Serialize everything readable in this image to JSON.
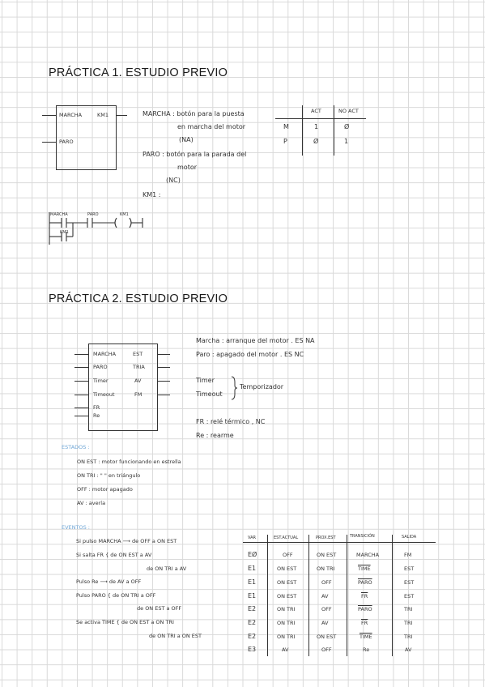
{
  "practice1": {
    "title": "PRÁCTICA 1. ESTUDIO PREVIO",
    "block": {
      "in_marcha": "MARCHA",
      "in_paro": "PARO",
      "out_km1": "KM1"
    },
    "desc": {
      "marcha_1": "MARCHA : botón para la puesta",
      "marcha_2": "en marcha del motor",
      "marcha_3": "(NA)",
      "paro_1": "PARO : botón para la parada del",
      "paro_2": "motor",
      "paro_3": "(NC)",
      "km1": "KM1 :"
    },
    "table": {
      "headers": [
        "ACT",
        "NO ACT"
      ],
      "rows": [
        {
          "label": "M",
          "act": "1",
          "noact": "Ø"
        },
        {
          "label": "P",
          "act": "Ø",
          "noact": "1"
        }
      ]
    },
    "ladder": {
      "c1": "MARCHA",
      "c2": "PARO",
      "coil": "KM1",
      "hold": "KM1"
    }
  },
  "practice2": {
    "title": "PRÁCTICA 2. ESTUDIO PREVIO",
    "block": {
      "inputs": [
        "MARCHA",
        "PARO",
        "Timer",
        "Timeout",
        "FR",
        "Re"
      ],
      "outputs": [
        "EST",
        "TRIA",
        "AV",
        "FM"
      ]
    },
    "desc": {
      "marcha": "Marcha : arranque del motor . ES NA",
      "paro": "Paro : apagado del motor . ES NC",
      "timer": "Timer",
      "timeout": "Timeout",
      "temporizador": "Temporizador",
      "fr": "FR : relé térmico , NC",
      "re": "Re : rearme"
    },
    "estados": {
      "heading": "ESTADOS :",
      "items": [
        "ON EST : motor funcionando en estrella",
        "ON TRI :   \"    \"   en triángulo",
        "OFF : motor apagado",
        "AV : avería"
      ]
    },
    "eventos": {
      "heading": "EVENTOS :",
      "items": [
        "Si pulso MARCHA ⟶ de OFF a ON EST",
        "Si salta FR {  de ON EST a AV",
        "de ON TRI a AV",
        "Pulso Re ⟶ de AV a OFF",
        "Pulso PARO {  de ON TRI a OFF",
        "de ON EST a OFF",
        "Se activa TIME {  de ON EST a ON TRI",
        "de ON TRI a ON EST"
      ]
    },
    "table": {
      "headers": [
        "VAR",
        "EST.ACTUAL",
        "PROX.EST",
        "TRANSICIÓN",
        "SALIDA"
      ],
      "rows": [
        [
          "EØ",
          "OFF",
          "ON EST",
          "MARCHA",
          "FM"
        ],
        [
          "E1",
          "ON EST",
          "ON TRI",
          "TIME",
          "EST"
        ],
        [
          "E1",
          "ON EST",
          "OFF",
          "PARO",
          "EST"
        ],
        [
          "E1",
          "ON EST",
          "AV",
          "FR",
          "EST"
        ],
        [
          "E2",
          "ON TRI",
          "OFF",
          "PARO",
          "TRI"
        ],
        [
          "E2",
          "ON TRI",
          "AV",
          "FR",
          "TRI"
        ],
        [
          "E2",
          "ON TRI",
          "ON EST",
          "TIME",
          "TRI"
        ],
        [
          "E3",
          "AV",
          "OFF",
          "Re",
          "AV"
        ]
      ],
      "overlined_transitions": [
        "TIME",
        "PARO",
        "FR",
        "PARO",
        "FR",
        "TIME"
      ]
    }
  },
  "colors": {
    "heading_blue": "#6fa6d6",
    "grid": "#d9d9d9",
    "ink": "#333333"
  }
}
